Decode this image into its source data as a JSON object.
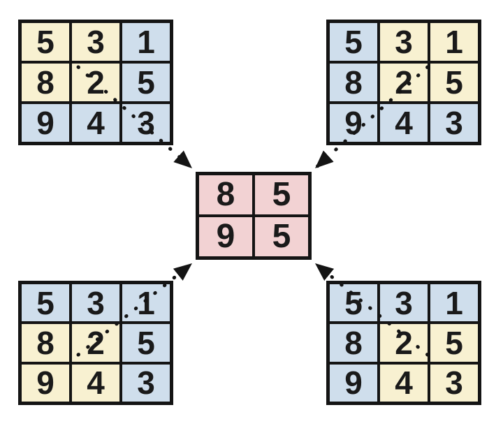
{
  "figure": {
    "kind": "max-pooling-diagram",
    "colors": {
      "background": "#ffffff",
      "cell_default": "#cfdeec",
      "window_highlight": "#f8f1d1",
      "output_cell": "#f2d2d3",
      "line_color": "#141414",
      "digit_color": "#1a1a1a"
    },
    "grids": {
      "top_left": {
        "values": [
          [
            5,
            3,
            1
          ],
          [
            8,
            2,
            5
          ],
          [
            9,
            4,
            3
          ]
        ],
        "styles": [
          [
            "win",
            "win",
            "base"
          ],
          [
            "win",
            "win",
            "base"
          ],
          [
            "base",
            "base",
            "base"
          ]
        ]
      },
      "top_right": {
        "values": [
          [
            5,
            3,
            1
          ],
          [
            8,
            2,
            5
          ],
          [
            9,
            4,
            3
          ]
        ],
        "styles": [
          [
            "base",
            "win",
            "win"
          ],
          [
            "base",
            "win",
            "win"
          ],
          [
            "base",
            "base",
            "base"
          ]
        ]
      },
      "bottom_left": {
        "values": [
          [
            5,
            3,
            1
          ],
          [
            8,
            2,
            5
          ],
          [
            9,
            4,
            3
          ]
        ],
        "styles": [
          [
            "base",
            "base",
            "base"
          ],
          [
            "win",
            "win",
            "base"
          ],
          [
            "win",
            "win",
            "base"
          ]
        ]
      },
      "bottom_right": {
        "values": [
          [
            5,
            3,
            1
          ],
          [
            8,
            2,
            5
          ],
          [
            9,
            4,
            3
          ]
        ],
        "styles": [
          [
            "base",
            "base",
            "base"
          ],
          [
            "base",
            "win",
            "win"
          ],
          [
            "base",
            "win",
            "win"
          ]
        ]
      },
      "center": {
        "values": [
          [
            8,
            5
          ],
          [
            9,
            5
          ]
        ],
        "styles": [
          [
            "out",
            "out"
          ],
          [
            "out",
            "out"
          ]
        ]
      }
    },
    "arrows": [
      {
        "from": "top_left",
        "to": "center"
      },
      {
        "from": "top_right",
        "to": "center"
      },
      {
        "from": "bottom_left",
        "to": "center"
      },
      {
        "from": "bottom_right",
        "to": "center"
      }
    ]
  }
}
